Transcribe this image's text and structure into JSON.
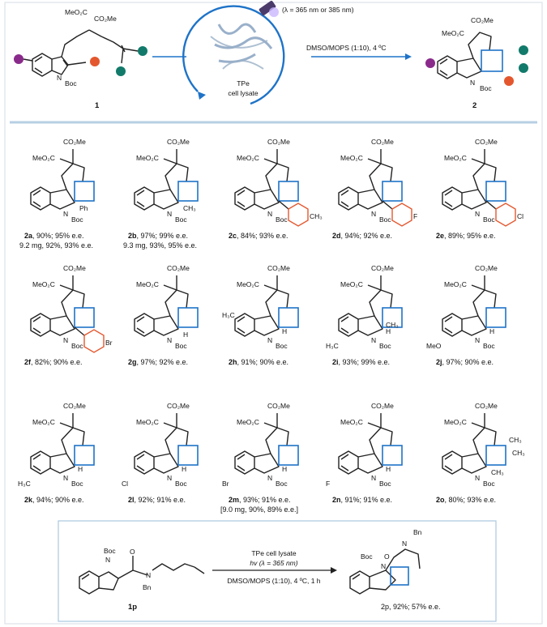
{
  "colors": {
    "blue": "#1e73c8",
    "orange": "#e4572e",
    "purple": "#8a2b8c",
    "teal": "#127a6a",
    "box": "#cfe0ee"
  },
  "top": {
    "wavelength": "(λ = 365 nm or 385 nm)",
    "conditions": "DMSO/MOPS (1:10), 4 ºC",
    "tpe_line1": "TPe",
    "tpe_line2": "cell lysate",
    "sm_label": "1",
    "prod_label": "2",
    "co2me": "CO₂Me",
    "meo2c": "MeO₂C",
    "boc": "Boc",
    "n": "N"
  },
  "products": [
    {
      "sub": "Ph",
      "cap_id": "2a",
      "cap_text": ", 90%; 95% e.e.",
      "cap2": "9.2 mg, 92%, 93% e.e."
    },
    {
      "sub": "CH₃",
      "cap_id": "2b",
      "cap_text": ", 97%; 99% e.e.",
      "cap2": "9.3 mg, 93%, 95% e.e."
    },
    {
      "sub": "CH₃",
      "cap_id": "2c",
      "cap_text": ", 84%; 93% e.e."
    },
    {
      "sub": "F",
      "cap_id": "2d",
      "cap_text": ", 94%; 92% e.e."
    },
    {
      "sub": "Cl",
      "cap_id": "2e",
      "cap_text": ", 89%; 95% e.e."
    },
    {
      "sub": "Br",
      "cap_id": "2f",
      "cap_text": ", 82%; 90% e.e."
    },
    {
      "sub": "H",
      "cap_id": "2g",
      "cap_text": ", 97%; 92% e.e."
    },
    {
      "sub": "H₃C",
      "cap_id": "2h",
      "cap_text": ", 91%; 90% e.e."
    },
    {
      "sub": "H₃C",
      "cap_id": "2i",
      "cap_text": ", 93%; 99% e.e."
    },
    {
      "sub": "MeO",
      "cap_id": "2j",
      "cap_text": ", 97%; 90% e.e."
    },
    {
      "sub": "H₃C",
      "cap_id": "2k",
      "cap_text": ", 94%; 90% e.e."
    },
    {
      "sub": "Cl",
      "cap_id": "2l",
      "cap_text": ", 92%; 91% e.e."
    },
    {
      "sub": "Br",
      "cap_id": "2m",
      "cap_text": ", 93%; 91% e.e.",
      "cap2": "[9.0 mg, 90%, 89% e.e.]"
    },
    {
      "sub": "F",
      "cap_id": "2n",
      "cap_text": ", 91%; 91% e.e."
    },
    {
      "sub": "CH₃",
      "cap_id": "2o",
      "cap_text": ", 80%; 93% e.e."
    }
  ],
  "bottom": {
    "sm_label": "1p",
    "prod_caption": "2p, 92%; 57% e.e.",
    "line1": "TPe cell lysate",
    "line2": "hv (λ = 365 nm)",
    "line3": "DMSO/MOPS (1:10), 4 ºC, 1 h",
    "bn": "Bn",
    "o": "O"
  }
}
